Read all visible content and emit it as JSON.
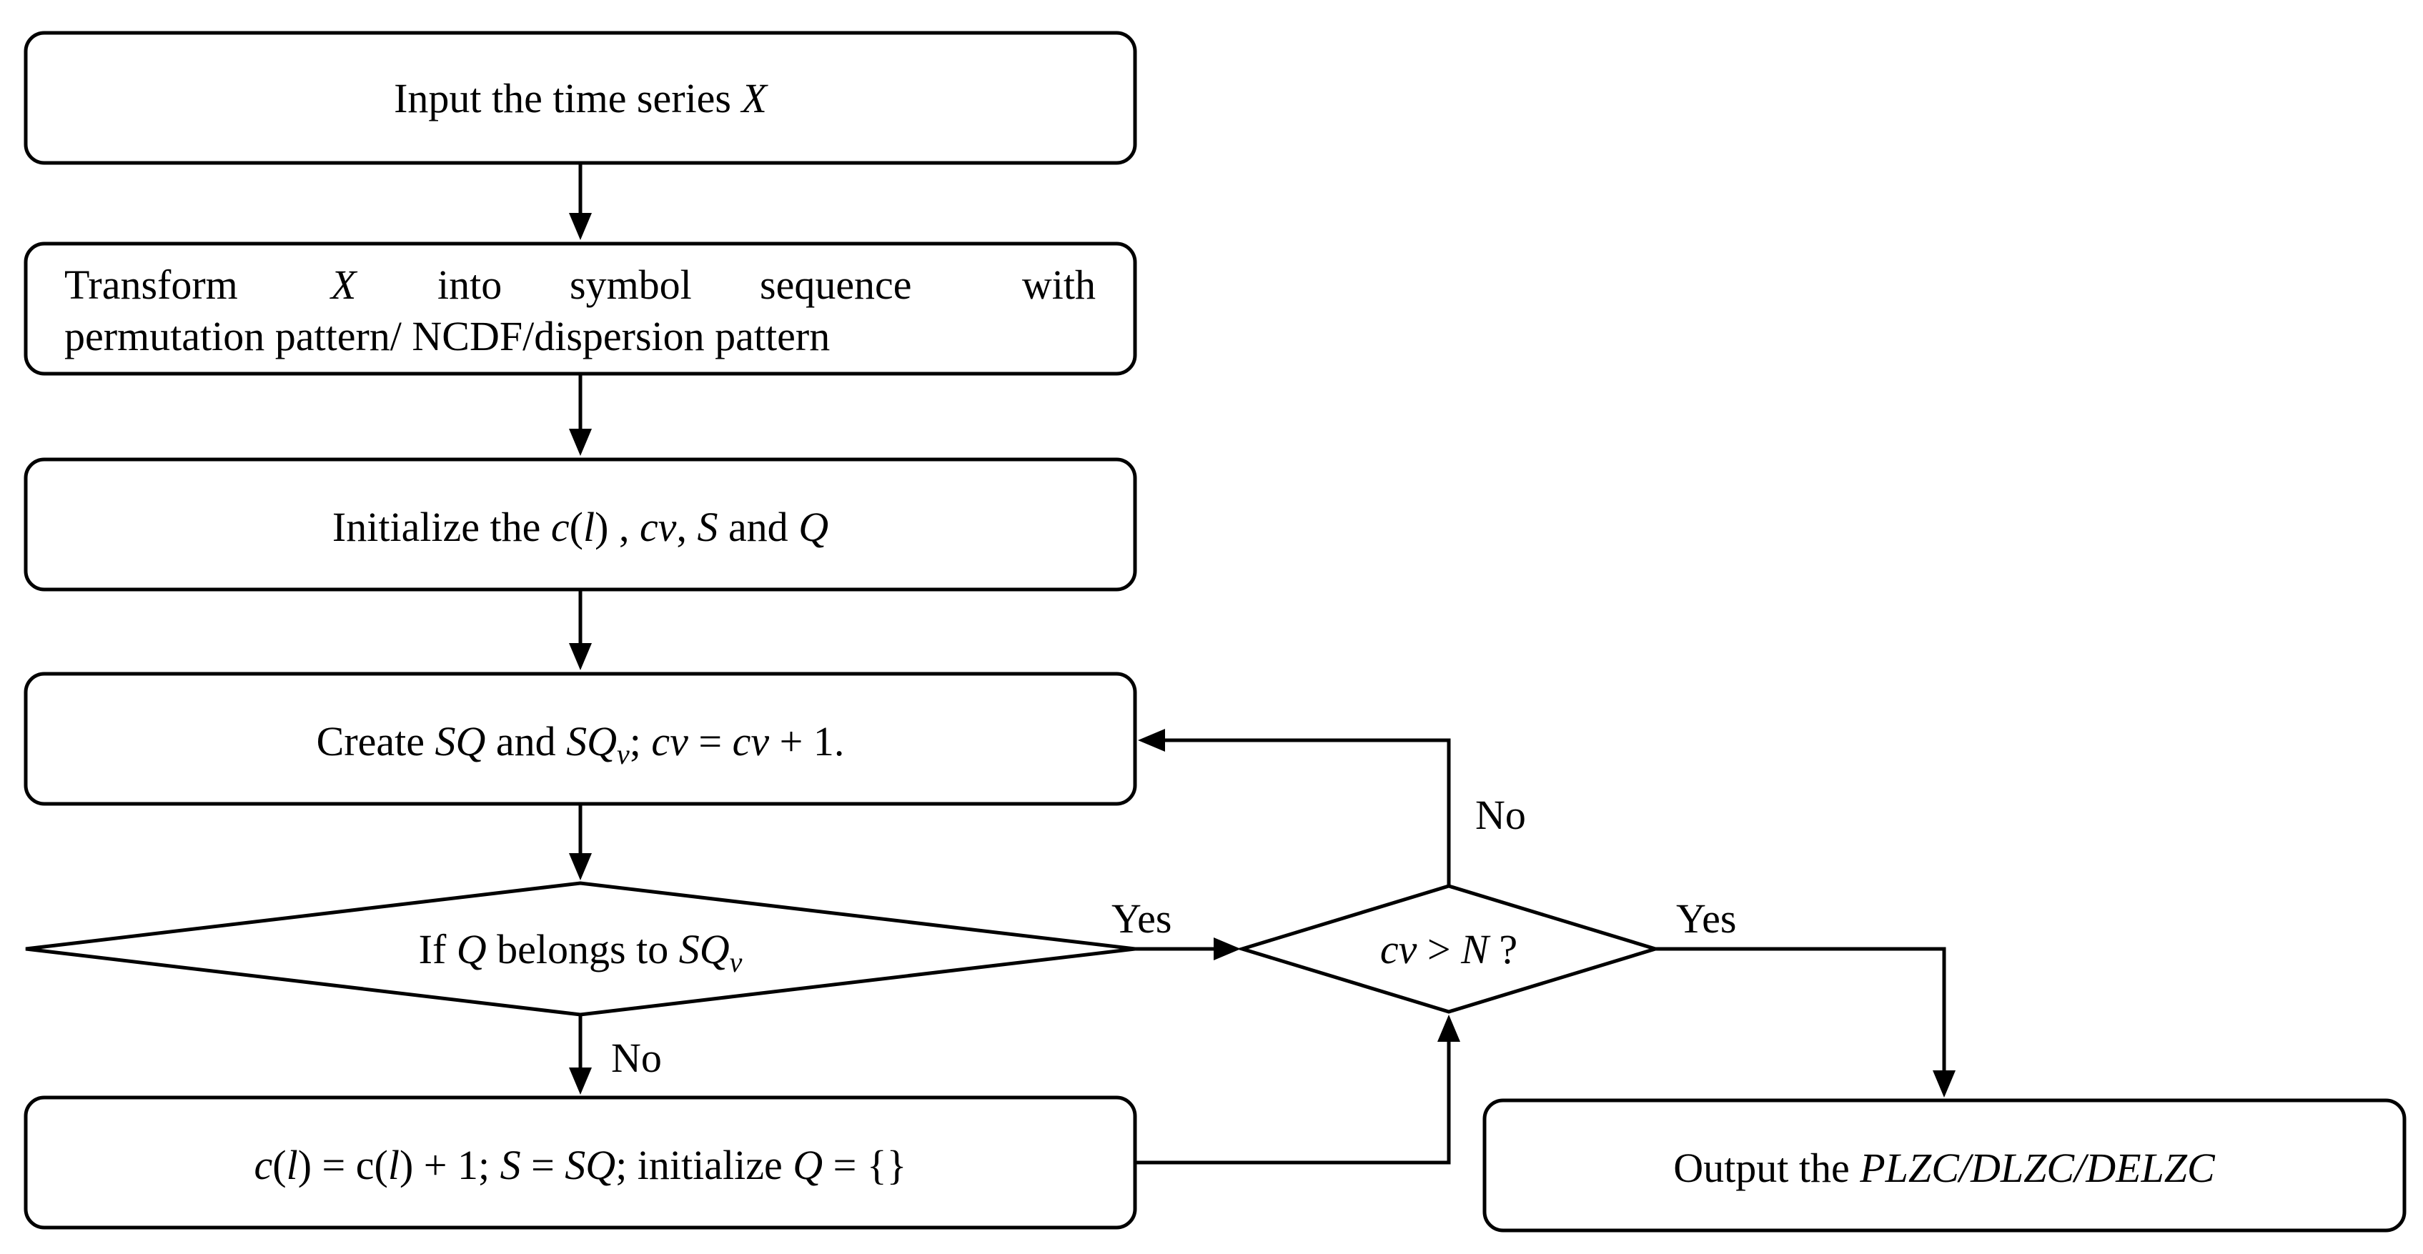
{
  "flowchart": {
    "step_input": {
      "prefix": "Input the time series ",
      "var": "X"
    },
    "step_transform": {
      "line1_word1": "Transform",
      "line1_var": "X",
      "line1_word2": "into",
      "line1_word3": "symbol",
      "line1_word4": "sequence",
      "line1_word5": "with",
      "line2": "permutation pattern/ NCDF/dispersion pattern"
    },
    "step_initialize": {
      "prefix": "Initialize the ",
      "c": "c",
      "open": "(",
      "l": "l",
      "close": ")",
      "comma1": " , ",
      "cv": "cv",
      "comma2": ", ",
      "s": "S",
      "and": " and ",
      "q": "Q"
    },
    "step_create": {
      "prefix": "Create ",
      "sq": "SQ",
      "and": " and ",
      "sqv": "SQ",
      "sub": "v",
      "semi": "; ",
      "cv1": "cv",
      "eq": " = ",
      "cv2": "cv",
      "plus": " + 1."
    },
    "decision_belongs": {
      "prefix": "If ",
      "q": "Q",
      "mid": " belongs to ",
      "sq": "SQ",
      "sub": "v"
    },
    "decision_cv": {
      "cv": "cv",
      "gt": " > ",
      "n": "N",
      "q": " ?"
    },
    "step_update": {
      "c1": "c",
      "l1open": "(",
      "l1": "l",
      "l1close": ")",
      "eq1": " = c(",
      "l2": "l",
      "rest1": ") + 1; ",
      "s": "S",
      "eq2": " = ",
      "sq": "SQ",
      "rest2": "; initialize ",
      "q": "Q",
      "rest3": " = {}"
    },
    "step_output": {
      "prefix": "Output the ",
      "result": "PLZC/DLZC/DELZC"
    },
    "labels": {
      "yes_left": "Yes",
      "yes_right": "Yes",
      "no_down": "No",
      "no_up": "No"
    }
  }
}
